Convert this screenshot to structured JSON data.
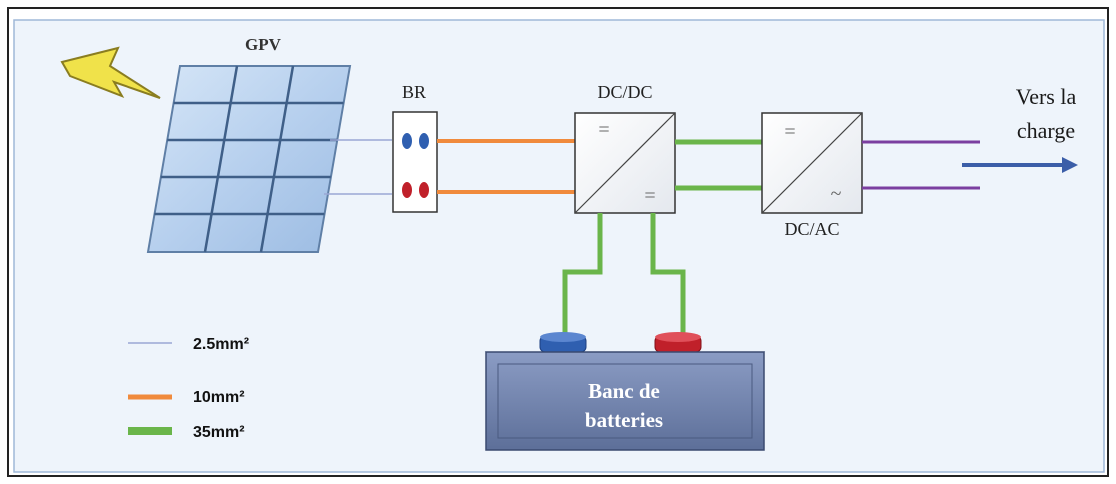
{
  "diagram": {
    "labels": {
      "panel": "GPV",
      "junction_box": "BR",
      "dcdc": "DC/DC",
      "dcac": "DC/AC",
      "output_line1": "Vers la",
      "output_line2": "charge",
      "battery_line1": "Banc de",
      "battery_line2": "batteries",
      "converter_top_symbol": "=",
      "converter_bottom_symbol": "=",
      "inverter_out_symbol": "~"
    },
    "legend": [
      {
        "label": "2.5mm²",
        "color": "#9aa6d4"
      },
      {
        "label": "10mm²",
        "color": "#f08a3c"
      },
      {
        "label": "35mm²",
        "color": "#6ab54a"
      }
    ],
    "colors": {
      "thin_wire": "#9aa6d4",
      "orange_wire": "#f08a3c",
      "green_wire": "#6ab54a",
      "purple_wire": "#7b3fa0",
      "arrow": "#3b5ea8",
      "battery": "#6b7fa8",
      "positive_terminal": "#c0202a",
      "negative_terminal": "#2f5fb0",
      "lightning": "#f0e24a",
      "panel": "#b7d0ee"
    }
  }
}
